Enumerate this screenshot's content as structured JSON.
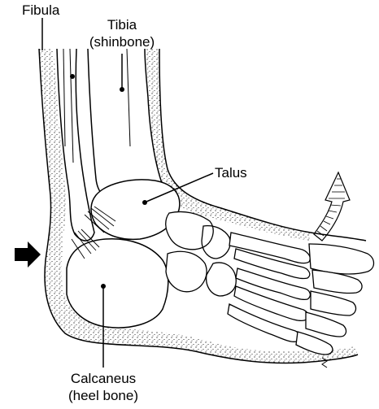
{
  "labels": {
    "fibula": "Fibula",
    "tibia_line1": "Tibia",
    "tibia_line2": "(shinbone)",
    "talus": "Talus",
    "calcaneus_line1": "Calcaneus",
    "calcaneus_line2": "(heel bone)"
  },
  "colors": {
    "ink": "#000000",
    "background": "#ffffff"
  }
}
